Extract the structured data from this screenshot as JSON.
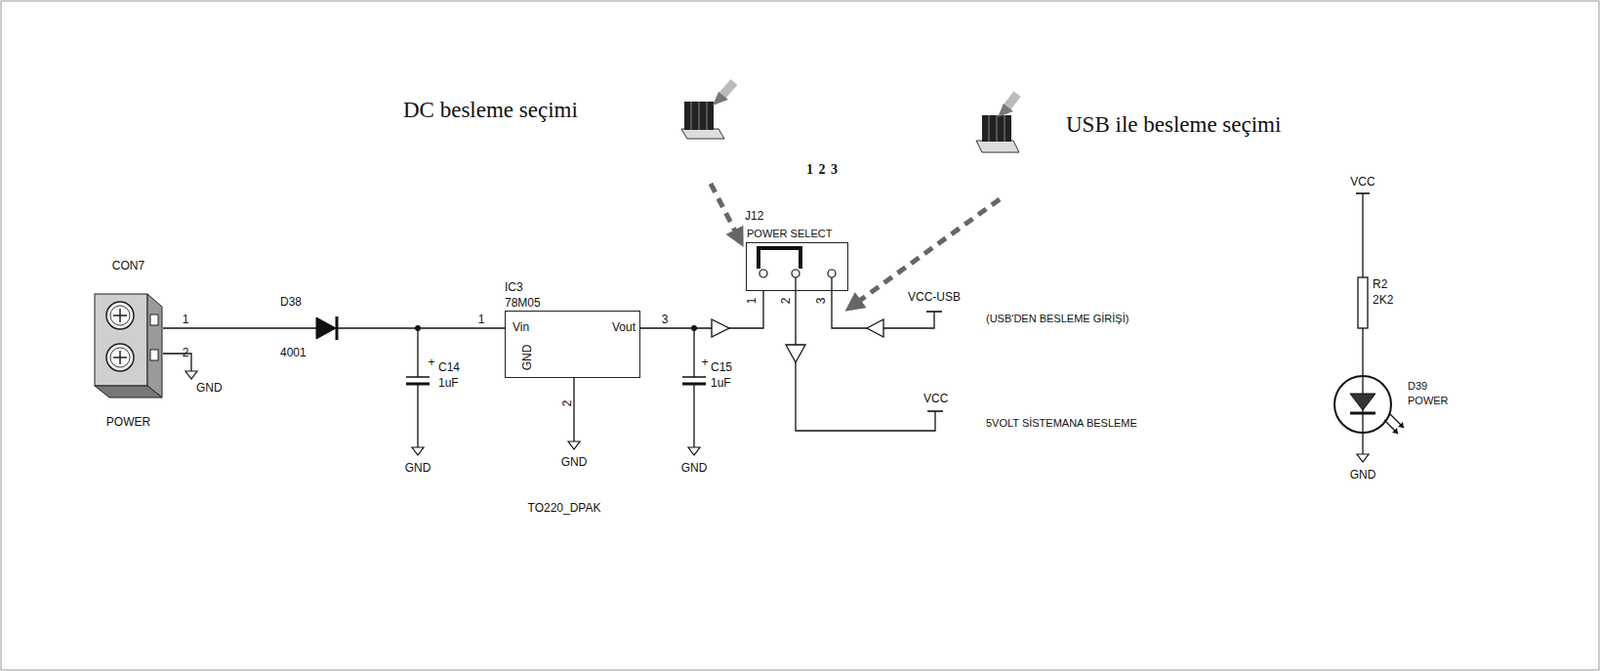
{
  "diagram": {
    "nodes": [
      {
        "text": [
          "CON7",
          "POWER"
        ]
      },
      {
        "text": [
          "IC3",
          "78M05",
          "Vin",
          "Vout",
          "GND"
        ]
      },
      {
        "text": [
          "J12",
          "POWER SELECT"
        ]
      }
    ],
    "edges": [
      {
        "from": 0,
        "to": 1,
        "arrow": "none"
      },
      {
        "from": 1,
        "to": 2,
        "arrow": "none"
      }
    ],
    "labels": [
      "1",
      "2",
      "GND",
      "D38",
      "4001",
      "+",
      "C14",
      "1uF",
      "GND",
      "1",
      "3",
      "2",
      "GND",
      "TO220_DPAK",
      "+",
      "C15",
      "1uF",
      "GND",
      "DC besleme seçimi",
      "USB ile besleme seçimi",
      "1 2 3",
      "1",
      "2",
      "3",
      "VCC-USB",
      "(USB'DEN BESLEME GİRİŞİ)",
      "VCC",
      "5VOLT SİSTEMANA BESLEME",
      "VCC",
      "R2",
      "2K2",
      "D39",
      "POWER",
      "GND"
    ]
  }
}
